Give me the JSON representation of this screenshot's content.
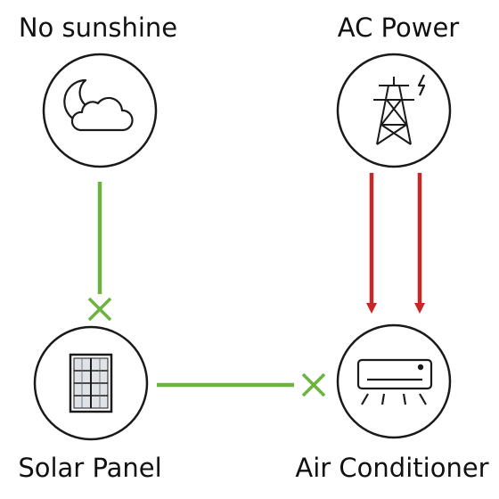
{
  "nodes": {
    "no_sunshine": {
      "label": "No sunshine",
      "icon": "moon-cloud-icon"
    },
    "ac_power": {
      "label": "AC Power",
      "icon": "power-tower-icon"
    },
    "solar_panel": {
      "label": "Solar Panel",
      "icon": "solar-panel-icon"
    },
    "air_conditioner": {
      "label": "Air Conditioner",
      "icon": "air-conditioner-icon"
    }
  },
  "connections": [
    {
      "from": "no_sunshine",
      "to": "solar_panel",
      "status": "blocked",
      "color": "#6db33f"
    },
    {
      "from": "solar_panel",
      "to": "air_conditioner",
      "status": "blocked",
      "color": "#6db33f"
    },
    {
      "from": "ac_power",
      "to": "air_conditioner",
      "status": "active",
      "color": "#c62828",
      "count": 2
    }
  ],
  "colors": {
    "blocked_line": "#6db33f",
    "active_arrow": "#c62828",
    "outline": "#1a1a1a"
  }
}
